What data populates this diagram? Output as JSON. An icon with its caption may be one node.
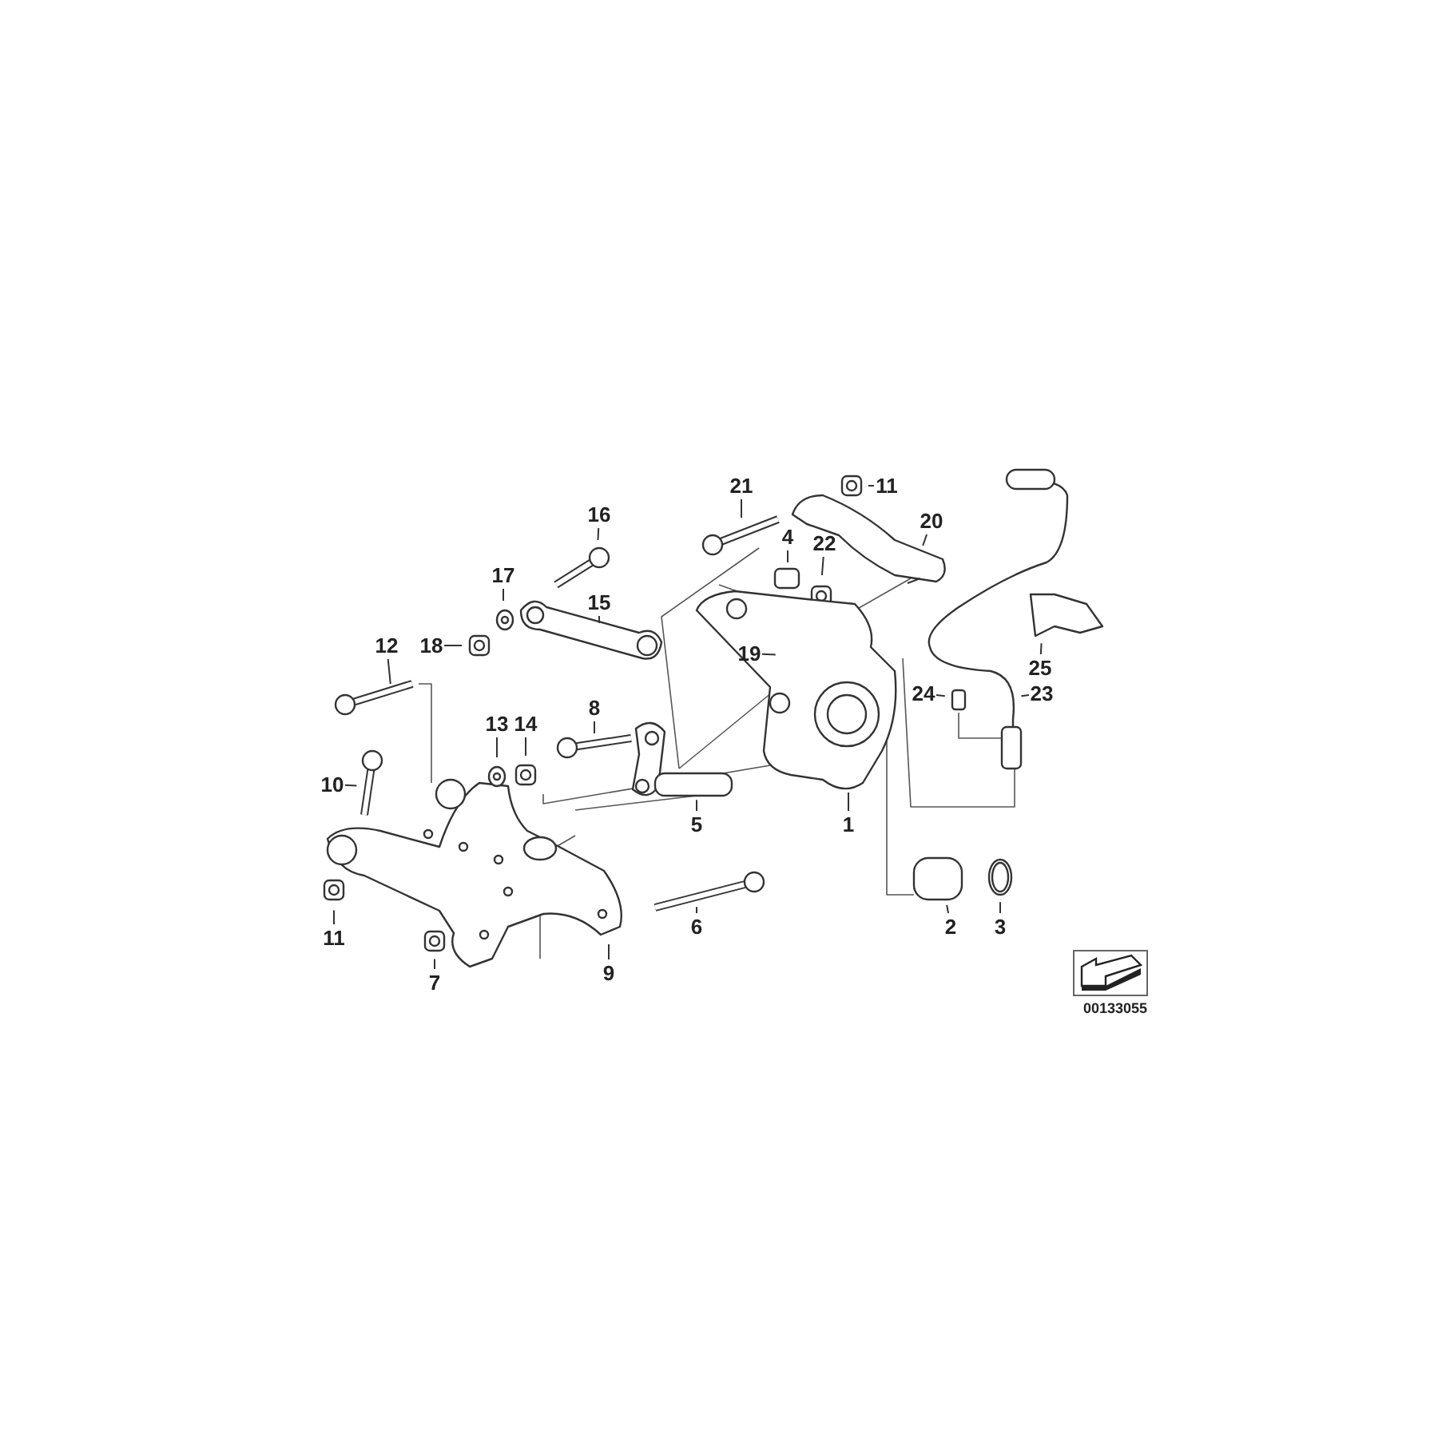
{
  "diagram": {
    "nodes": [
      {
        "text": [
          "21"
        ]
      },
      {
        "text": [
          "11"
        ]
      },
      {
        "text": [
          "20"
        ]
      },
      {
        "text": [
          "16"
        ]
      },
      {
        "text": [
          "4"
        ]
      },
      {
        "text": [
          "22"
        ]
      },
      {
        "text": [
          "17"
        ]
      },
      {
        "text": [
          "15"
        ]
      },
      {
        "text": [
          "18"
        ]
      },
      {
        "text": [
          "12"
        ]
      },
      {
        "text": [
          "19"
        ]
      },
      {
        "text": [
          "25"
        ]
      },
      {
        "text": [
          "24"
        ]
      },
      {
        "text": [
          "23"
        ]
      },
      {
        "text": [
          "13"
        ]
      },
      {
        "text": [
          "14"
        ]
      },
      {
        "text": [
          "8"
        ]
      },
      {
        "text": [
          "10"
        ]
      },
      {
        "text": [
          "5"
        ]
      },
      {
        "text": [
          "1"
        ]
      },
      {
        "text": [
          "11"
        ]
      },
      {
        "text": [
          "7"
        ]
      },
      {
        "text": [
          "9"
        ]
      },
      {
        "text": [
          "6"
        ]
      },
      {
        "text": [
          "2"
        ]
      },
      {
        "text": [
          "3"
        ]
      }
    ],
    "edges": [
      {
        "from": 0,
        "to": null,
        "arrow": "none"
      },
      {
        "from": 1,
        "to": null,
        "arrow": "none"
      },
      {
        "from": 2,
        "to": null,
        "arrow": "none"
      },
      {
        "from": 3,
        "to": null,
        "arrow": "none"
      },
      {
        "from": 4,
        "to": null,
        "arrow": "none"
      },
      {
        "from": 5,
        "to": null,
        "arrow": "none"
      },
      {
        "from": 6,
        "to": null,
        "arrow": "none"
      },
      {
        "from": 7,
        "to": null,
        "arrow": "none"
      },
      {
        "from": 8,
        "to": null,
        "arrow": "none"
      },
      {
        "from": 9,
        "to": null,
        "arrow": "none"
      },
      {
        "from": 10,
        "to": null,
        "arrow": "none"
      },
      {
        "from": 11,
        "to": null,
        "arrow": "none"
      },
      {
        "from": 12,
        "to": null,
        "arrow": "none"
      },
      {
        "from": 13,
        "to": null,
        "arrow": "none"
      },
      {
        "from": 14,
        "to": null,
        "arrow": "none"
      },
      {
        "from": 15,
        "to": null,
        "arrow": "none"
      },
      {
        "from": 16,
        "to": null,
        "arrow": "none"
      },
      {
        "from": 17,
        "to": null,
        "arrow": "none"
      },
      {
        "from": 18,
        "to": null,
        "arrow": "none"
      },
      {
        "from": 19,
        "to": null,
        "arrow": "none"
      },
      {
        "from": 20,
        "to": null,
        "arrow": "none"
      },
      {
        "from": 21,
        "to": null,
        "arrow": "none"
      },
      {
        "from": 22,
        "to": null,
        "arrow": "none"
      },
      {
        "from": 23,
        "to": null,
        "arrow": "none"
      },
      {
        "from": 24,
        "to": null,
        "arrow": "none"
      },
      {
        "from": 25,
        "to": null,
        "arrow": "none"
      }
    ],
    "labels": [
      "00133055"
    ]
  }
}
